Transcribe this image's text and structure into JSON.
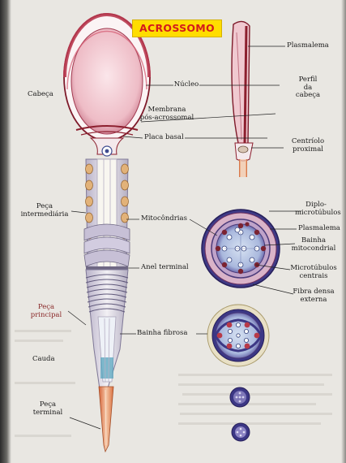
{
  "title_label": "ACROSSOMO",
  "labels": {
    "cabeca": "Cabeça",
    "nucleo": "Núcleo",
    "membrana_pos_acrossomal": [
      "Membrana",
      "pós-acrossomal"
    ],
    "placa_basal": "Placa basal",
    "plasmalema_top": "Plasmalema",
    "perfil_da_cabeca": [
      "Perfil",
      "da",
      "cabeça"
    ],
    "centriolo_proximal": [
      "Centríolo",
      "proximal"
    ],
    "peca_intermediaria": [
      "Peça",
      "intermediária"
    ],
    "mitocondrias": "Mitocôndrias",
    "anel_terminal": "Anel terminal",
    "peca_principal": [
      "Peça",
      "principal"
    ],
    "bainha_fibrosa": "Bainha fibrosa",
    "cauda": "Cauda",
    "peca_terminal": [
      "Peça",
      "terminal"
    ],
    "diplo_microtubulos": [
      "Diplo-",
      "microtúbulos"
    ],
    "plasmalema_cross": "Plasmalema",
    "bainha_mitocondrial": [
      "Bainha",
      "mitocondrial"
    ],
    "microtubulos_centrais": [
      "Microtúbulos",
      "centrais"
    ],
    "fibra_densa_externa": [
      "Fibra densa",
      "externa"
    ]
  },
  "colors": {
    "acrosome_banner": "#ffdd00",
    "acrosome_text": "#d41b1b",
    "membrane_red": "#8c1f2e",
    "nucleus_pink": "#e9b7c0",
    "cross_section_purple": "#4a3f8f"
  }
}
